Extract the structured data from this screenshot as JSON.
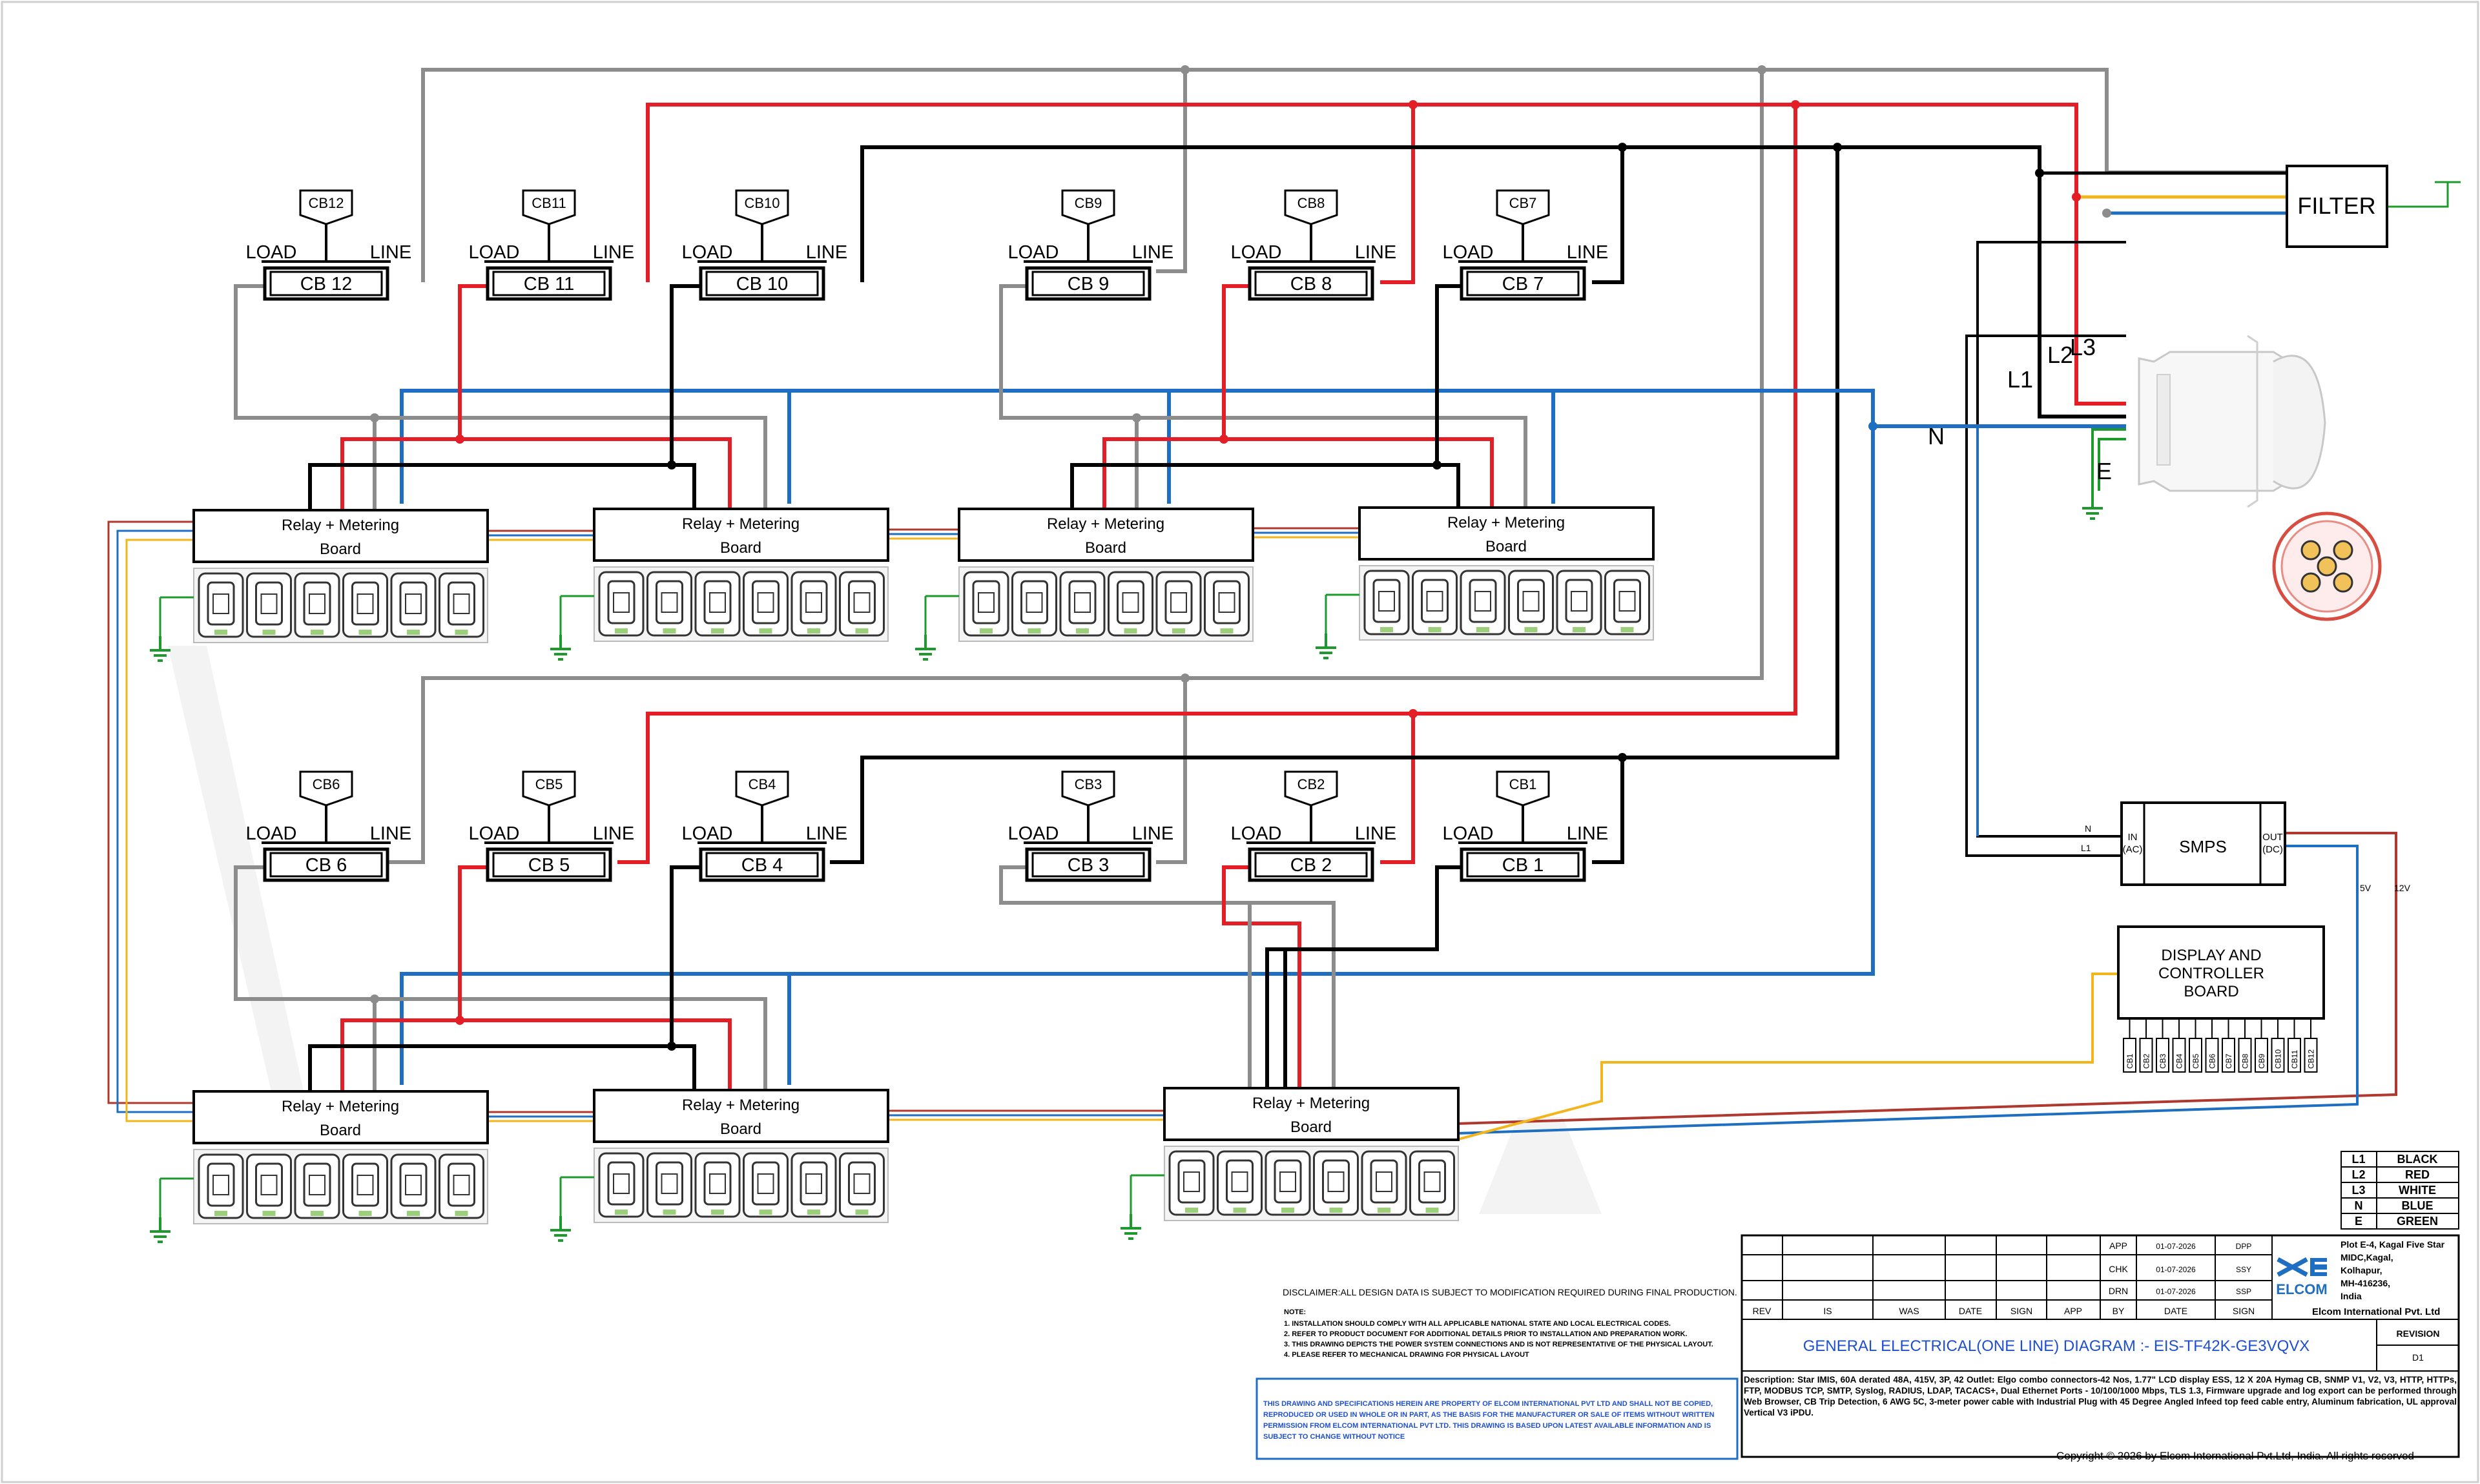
{
  "breakers_top": [
    {
      "tag": "CB12",
      "label": "CB  12"
    },
    {
      "tag": "CB11",
      "label": "CB 11"
    },
    {
      "tag": "CB10",
      "label": "CB  10"
    },
    {
      "tag": "CB9",
      "label": "CB  9"
    },
    {
      "tag": "CB8",
      "label": "CB  8"
    },
    {
      "tag": "CB7",
      "label": "CB  7"
    }
  ],
  "breakers_bottom": [
    {
      "tag": "CB6",
      "label": "CB  6"
    },
    {
      "tag": "CB5",
      "label": "CB  5"
    },
    {
      "tag": "CB4",
      "label": "CB  4"
    },
    {
      "tag": "CB3",
      "label": "CB  3"
    },
    {
      "tag": "CB2",
      "label": "CB  2"
    },
    {
      "tag": "CB1",
      "label": "CB  1"
    }
  ],
  "cb_load_label": "LOAD",
  "cb_line_label": "LINE",
  "relay_board": {
    "line1": "Relay + Metering",
    "line2": "Board"
  },
  "filter_label": "FILTER",
  "phase_labels": {
    "l1": "L1",
    "l2": "L2",
    "l3": "L3",
    "n": "N",
    "e": "E"
  },
  "smps": {
    "title": "SMPS",
    "in_top": "IN",
    "in_bottom": "(AC)",
    "out_top": "OUT",
    "out_bottom": "(DC)",
    "n": "N",
    "l1": "L1",
    "v5": "5V",
    "v12": "12V"
  },
  "display_board": {
    "line1": "DISPLAY AND",
    "line2": "CONTROLLER",
    "line3": "BOARD",
    "cb_tags": [
      "CB1",
      "CB2",
      "CB3",
      "CB4",
      "CB5",
      "CB6",
      "CB7",
      "CB8",
      "CB9",
      "CB10",
      "CB11",
      "CB12"
    ]
  },
  "legend": [
    {
      "code": "L1",
      "name": "BLACK"
    },
    {
      "code": "L2",
      "name": "RED"
    },
    {
      "code": "L3",
      "name": "WHITE"
    },
    {
      "code": "N",
      "name": "BLUE"
    },
    {
      "code": "E",
      "name": "GREEN"
    }
  ],
  "notes": {
    "disclaimer": "DISCLAIMER:ALL DESIGN DATA IS SUBJECT TO MODIFICATION REQUIRED DURING FINAL PRODUCTION.",
    "title": "NOTE:",
    "lines": [
      "1. INSTALLATION SHOULD COMPLY WITH ALL APPLICABLE NATIONAL STATE AND LOCAL ELECTRICAL CODES.",
      "2. REFER TO PRODUCT DOCUMENT FOR ADDITIONAL DETAILS PRIOR TO INSTALLATION AND PREPARATION WORK.",
      "3. THIS DRAWING DEPICTS THE POWER SYSTEM CONNECTIONS AND IS NOT REPRESENTATIVE OF THE PHYSICAL LAYOUT.",
      "4. PLEASE REFER TO MECHANICAL DRAWING FOR PHYSICAL LAYOUT"
    ]
  },
  "property_notice": [
    "THIS DRAWING AND SPECIFICATIONS  HEREIN ARE PROPERTY OF ELCOM INTERNATIONAL PVT LTD AND SHALL NOT BE COPIED,",
    "REPRODUCED OR USED IN WHOLE OR IN PART, AS THE BASIS FOR THE MANUFACTURER OR SALE OF ITEMS WITHOUT WRITTEN",
    "PERMISSION FROM ELCOM INTERNATIONAL PVT LTD. THIS DRAWING IS BASED UPON LATEST AVAILABLE INFORMATION AND IS",
    "SUBJECT TO CHANGE WITHOUT NOTICE"
  ],
  "title_block": {
    "rev_headers": [
      "REV",
      "IS",
      "WAS",
      "DATE",
      "SIGN",
      "APP",
      "BY",
      "DATE",
      "SIGN"
    ],
    "approvals": [
      {
        "role": "APP",
        "date": "01-07-2026",
        "by": "DPP"
      },
      {
        "role": "CHK",
        "date": "01-07-2026",
        "by": "SSY"
      },
      {
        "role": "DRN",
        "date": "01-07-2026",
        "by": "SSP"
      }
    ],
    "address": [
      "Plot E-4, Kagal Five Star",
      "MIDC,Kagal,",
      "Kolhapur,",
      "MH-416236,",
      "India"
    ],
    "company": "Elcom International Pvt. Ltd",
    "logo_text": "ELCOM",
    "diagram_title": "GENERAL ELECTRICAL(ONE LINE) DIAGRAM :- EIS-TF42K-GE3VQVX",
    "revision_label": "REVISION",
    "revision": "D1",
    "description": "Description: Star IMIS, 60A derated 48A, 415V, 3P, 42 Outlet: Elgo combo connectors-42 Nos, 1.77\" LCD display ESS,  12 X 20A  Hymag CB, SNMP V1, V2, V3, HTTP, HTTPs, FTP, MODBUS TCP, SMTP, Syslog, RADIUS, LDAP, TACACS+, Dual Ethernet Ports - 10/100/1000 Mbps, TLS 1.3, Firmware upgrade and log export can be performed through Web Browser, CB Trip Detection, 6 AWG 5C,  3-meter power cable with Industrial Plug with 45 Degree Angled Infeed top feed cable entry, Aluminum fabrication, UL approval Vertical V3 iPDU."
  },
  "copyright": "Copyright © 2026 by Elcom International Pvt.Ltd, India. All rights reserved",
  "colors": {
    "l1": "#000000",
    "l2": "#e41e26",
    "l3": "#8c8c8c",
    "n": "#1e6ec1",
    "e": "#1c9a2c",
    "yellow": "#f2b51b",
    "dc_red": "#b0392f"
  }
}
